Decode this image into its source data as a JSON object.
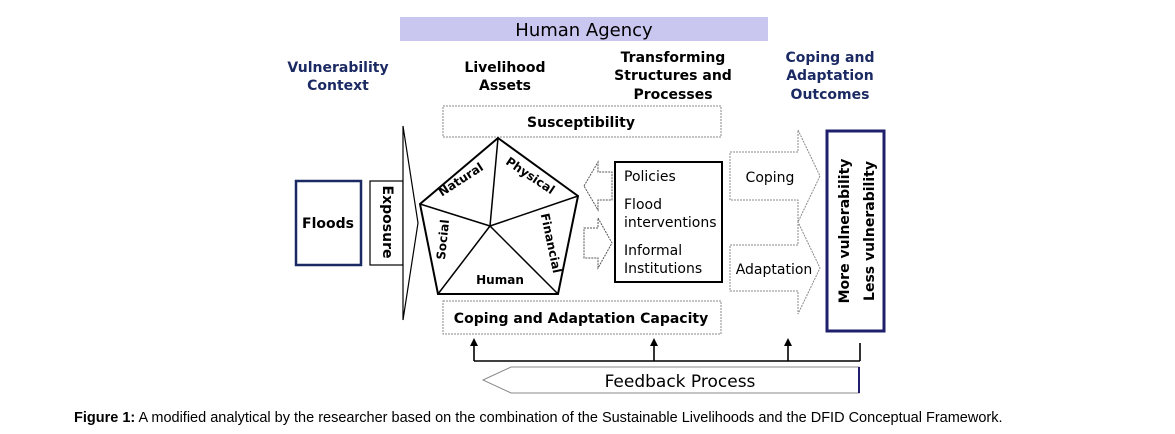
{
  "human_agency": "Human Agency",
  "headers": {
    "vulnerability_context": [
      "Vulnerability",
      "Context"
    ],
    "livelihood_assets": [
      "Livelihood",
      "Assets"
    ],
    "transforming_structures": [
      "Transforming",
      "Structures and",
      "Processes"
    ],
    "coping_outcomes": [
      "Coping and",
      "Adaptation",
      "Outcomes"
    ]
  },
  "susceptibility": "Susceptibility",
  "floods": "Floods",
  "exposure": "Exposure",
  "assets": {
    "natural": "Natural",
    "physical": "Physical",
    "financial": "Financial",
    "social": "Social",
    "human": "Human"
  },
  "structures": {
    "policies": "Policies",
    "flood_interventions": [
      "Flood",
      "interventions"
    ],
    "informal_institutions": [
      "Informal",
      "Institutions"
    ]
  },
  "coping": "Coping",
  "adaptation": "Adaptation",
  "more_vulnerability": "More vulnerability",
  "less_vulnerability": "Less vulnerability",
  "capacity": "Coping and Adaptation Capacity",
  "feedback": "Feedback Process",
  "caption": {
    "label": "Figure 1:",
    "text": " A modified analytical by the researcher based on the combination of the Sustainable Livelihoods and the DFID Conceptual Framework."
  },
  "colors": {
    "human_agency_bg": "#c9c6ef",
    "header_text": "#1c2a63",
    "outcome_border": "#1f1f6e"
  }
}
